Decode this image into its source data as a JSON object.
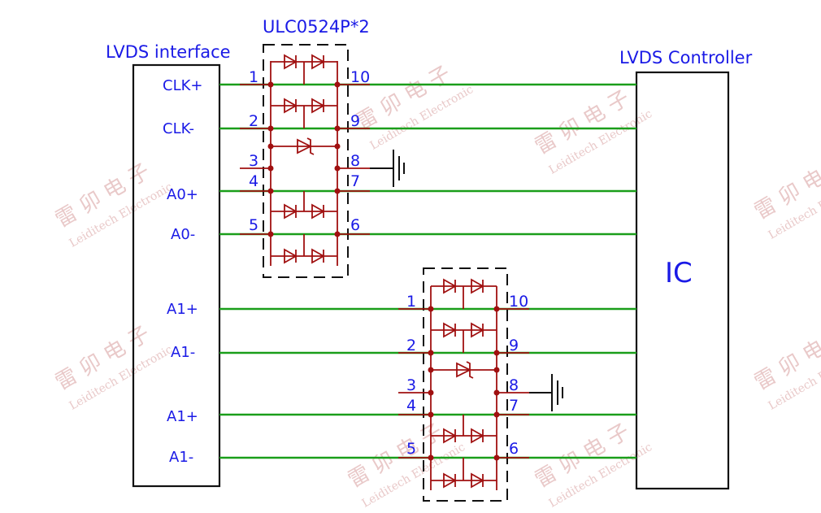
{
  "labels": {
    "chip": "ULC0524P*2",
    "left_box": "LVDS interface",
    "right_box": "LVDS Controller",
    "ic": "IC"
  },
  "signals_top": [
    "CLK+",
    "CLK-",
    "A0+",
    "A0-"
  ],
  "signals_bottom": [
    "A1+",
    "A1-",
    "A1+",
    "A1-"
  ],
  "pins": {
    "left": [
      "1",
      "2",
      "3",
      "4",
      "5"
    ],
    "right": [
      "10",
      "9",
      "8",
      "7",
      "6"
    ]
  },
  "watermark": {
    "cn": "雷 卯 电 子",
    "en": "Leiditech Electronic"
  },
  "colors": {
    "wire": "#1a9e1a",
    "device": "#a01010",
    "text": "#1a1ae6",
    "outline": "#111111"
  }
}
